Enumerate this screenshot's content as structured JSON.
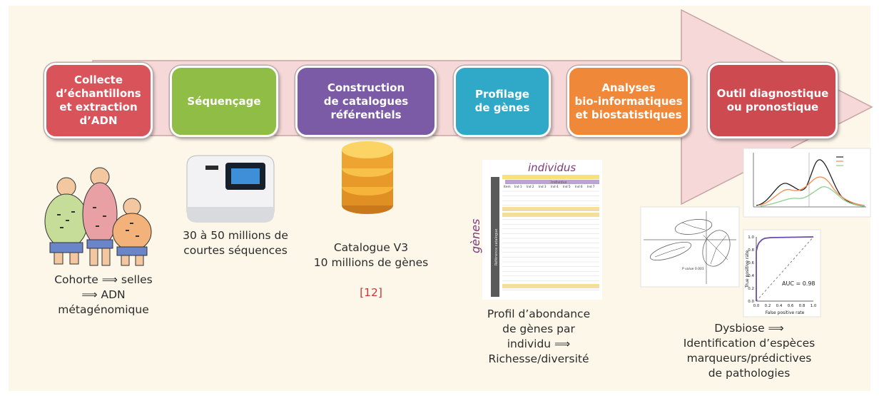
{
  "steps": [
    {
      "id": "collecte",
      "label": "Collecte\nd’échantillons\net extraction\nd’ADN",
      "color": "#d9535a"
    },
    {
      "id": "sequencage",
      "label": "Séquençage",
      "color": "#8fbd45"
    },
    {
      "id": "catalogue",
      "label": "Construction\nde catalogues\nréférentiels",
      "color": "#7b5aa6"
    },
    {
      "id": "profilage",
      "label": "Profilage\nde gènes",
      "color": "#2fa9c7"
    },
    {
      "id": "analyses",
      "label": "Analyses\nbio-informatiques\net biostatistiques",
      "color": "#f0883a"
    },
    {
      "id": "outil",
      "label": "Outil diagnostique\nou pronostique",
      "color": "#cc4a50"
    }
  ],
  "captions": {
    "cohorte": "Cohorte ⟹ selles\n⟹ ADN\nmétagénomique",
    "sequences": "30 à 50 millions de\ncourtes séquences",
    "catalogue_line1": "Catalogue V3\n10 millions de gènes",
    "catalogue_ref": "[12]",
    "profil": "Profil d’abondance\nde gènes par\nindividu ⟹\nRichesse/diversité",
    "dysbiose": "Dysbiose ⟹\nIdentification d’espèces\nmarqueurs/prédictives\nde pathologies"
  },
  "table": {
    "title": "individus",
    "side_label": "gènes",
    "side_sublabel": "Référence catalogue",
    "header_band": "Individus",
    "columns": [
      "Item",
      "Ind 1",
      "Ind 2",
      "Ind 3",
      "Ind 4",
      "Ind 5",
      "Ind 6",
      "Ind 7"
    ]
  },
  "roc": {
    "auc_label": "AUC = 0.98",
    "xlabel": "False positive rate",
    "ylabel": "True positive rate",
    "xticks": [
      "0.0",
      "0.2",
      "0.4",
      "0.6",
      "0.8",
      "1.0"
    ],
    "yticks": [
      "0.0",
      "0.2",
      "0.4",
      "0.6",
      "0.8",
      "1.0"
    ]
  },
  "pca": {
    "p_label": "P value 0.001"
  },
  "colors": {
    "arrow": "#f6d8d8",
    "arrow_border": "#c9a3a3",
    "background": "#fdf7ea",
    "ref": "#c43a3a"
  }
}
